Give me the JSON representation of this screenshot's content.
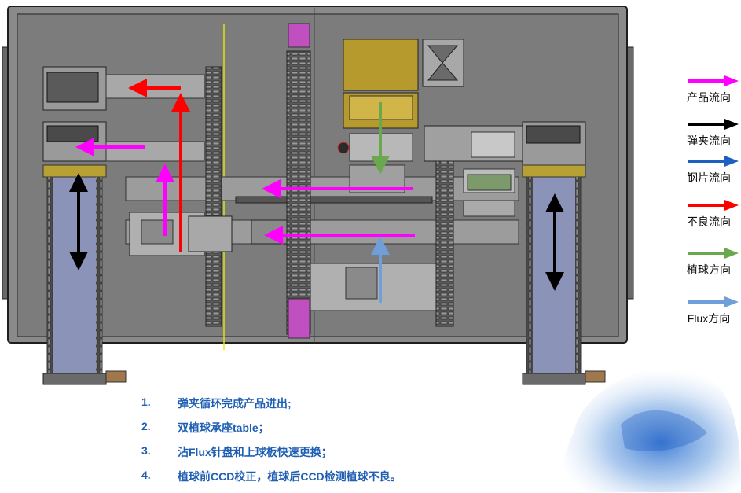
{
  "legend": {
    "items": [
      {
        "label": "产品流向",
        "color": "#ff00ff"
      },
      {
        "label": "弹夹流向",
        "color": "#000000"
      },
      {
        "label": "钢片流向",
        "color": "#1f5fbf"
      },
      {
        "label": "不良流向",
        "color": "#ff0000"
      },
      {
        "label": "植球方向",
        "color": "#6aa84f"
      },
      {
        "label": "Flux方向",
        "color": "#6f9fd8"
      }
    ]
  },
  "notes": [
    {
      "num": "1.",
      "text": "弹夹循环完成产品进出;"
    },
    {
      "num": "2.",
      "text": "双植球承座table；"
    },
    {
      "num": "3.",
      "text": "沾Flux针盘和上球板快速更换；"
    },
    {
      "num": "4.",
      "text": "植球前CCD校正，植球后CCD检测植球不良。"
    }
  ],
  "colors": {
    "frame": "#7a7a7a",
    "frame_border": "#2a2a2a",
    "magazine": "#8c93b8",
    "yellow_block": "#b79a2e",
    "magenta_block": "#c04fc0",
    "note_text": "#1f5fb3"
  }
}
